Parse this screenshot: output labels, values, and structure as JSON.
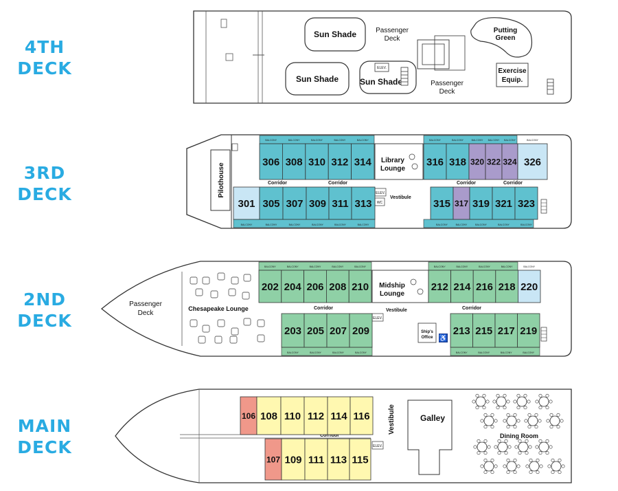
{
  "decks": [
    {
      "name": "4TH",
      "suffix": "DECK"
    },
    {
      "name": "3RD",
      "suffix": "DECK"
    },
    {
      "name": "2ND",
      "suffix": "DECK"
    },
    {
      "name": "MAIN",
      "suffix": "DECK"
    }
  ],
  "colors": {
    "deck_label": "#29abe2",
    "teal_cabin": "#5fc1cf",
    "light_blue_cabin": "#c9e6f5",
    "purple_cabin": "#a99bcb",
    "green_cabin": "#8fd0a6",
    "yellow_cabin": "#fff8b0",
    "red_cabin": "#f0988a",
    "outline": "#333333"
  },
  "deck4": {
    "sun_shade_1": "Sun Shade",
    "sun_shade_2": "Sun Shade",
    "sun_shade_3": "Sun Shade",
    "passenger_deck_1": [
      "Passenger",
      "Deck"
    ],
    "passenger_deck_2": [
      "Passenger",
      "Deck"
    ],
    "putting_green": [
      "Putting",
      "Green"
    ],
    "exercise": [
      "Exercise",
      "Equip."
    ],
    "elev": "ELEV."
  },
  "deck3": {
    "top_cabins": [
      "306",
      "308",
      "310",
      "312",
      "314"
    ],
    "top_right_cabins": [
      "316",
      "318",
      "320",
      "322",
      "324",
      "326"
    ],
    "bottom_cabins": [
      "301",
      "305",
      "307",
      "309",
      "311",
      "313"
    ],
    "bottom_right_cabins": [
      "315",
      "317",
      "319",
      "321",
      "323"
    ],
    "pilothouse": "Pilothouse",
    "library": [
      "Library",
      "Lounge"
    ],
    "corridor": "Corridor",
    "vestibule": "Vestibule",
    "elev": "ELEV.",
    "wc": "WC",
    "balcony": "BALCONY"
  },
  "deck2": {
    "top_cabins": [
      "202",
      "204",
      "206",
      "208",
      "210"
    ],
    "top_right_cabins": [
      "212",
      "214",
      "216",
      "218",
      "220"
    ],
    "bottom_cabins": [
      "203",
      "205",
      "207",
      "209"
    ],
    "bottom_right_cabins": [
      "213",
      "215",
      "217",
      "219"
    ],
    "passenger_deck": [
      "Passenger",
      "Deck"
    ],
    "chesapeake": "Chesapeake Lounge",
    "midship": [
      "Midship",
      "Lounge"
    ],
    "corridor": "Corridor",
    "vestibule": "Vestibule",
    "ships_office": [
      "Ship's",
      "Office"
    ],
    "elev": "ELEV.",
    "balcony": "BALCONY"
  },
  "main": {
    "top_cabins": [
      "106",
      "108",
      "110",
      "112",
      "114",
      "116"
    ],
    "bottom_cabins": [
      "107",
      "109",
      "111",
      "113",
      "115"
    ],
    "corridor": "Corridor",
    "vestibule": "Vestibule",
    "galley": "Galley",
    "dining": "Dining Room",
    "elev": "ELEV."
  }
}
